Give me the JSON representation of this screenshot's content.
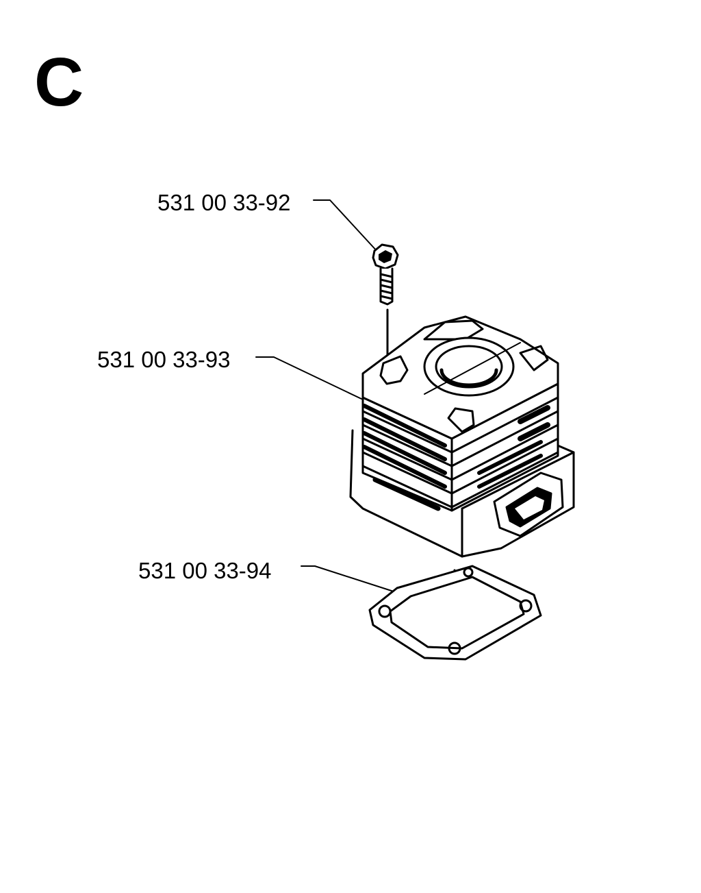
{
  "section": {
    "letter": "C"
  },
  "parts": [
    {
      "id": "screw",
      "number": "531 00 33-92",
      "icon": "screw-icon"
    },
    {
      "id": "cylinder",
      "number": "531 00 33-93",
      "icon": "cylinder-icon"
    },
    {
      "id": "gasket",
      "number": "531 00 33-94",
      "icon": "gasket-icon"
    }
  ],
  "colors": {
    "ink": "#000000",
    "paper": "#ffffff"
  }
}
